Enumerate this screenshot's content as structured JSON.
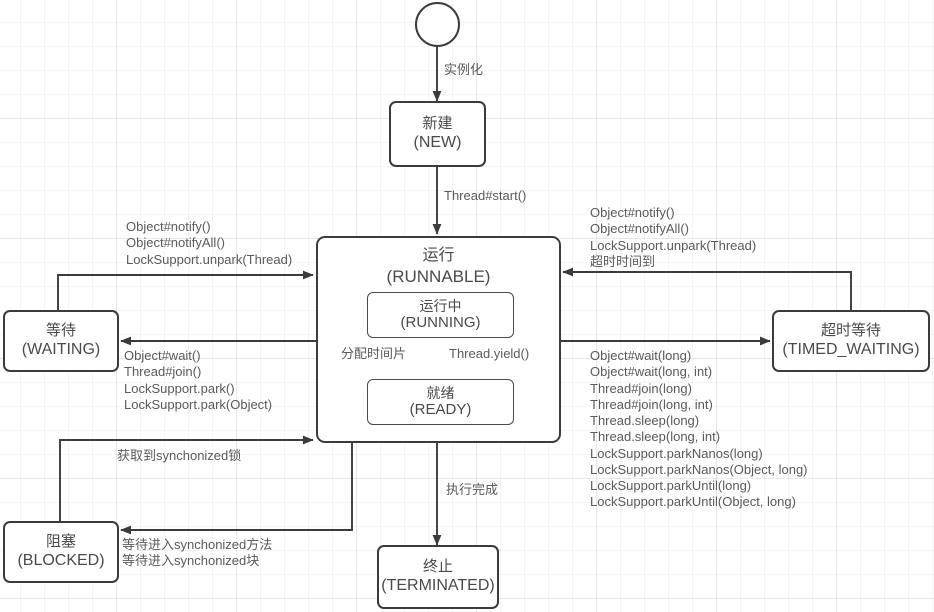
{
  "diagram": {
    "title": "Java Thread State Transition Diagram",
    "nodes": {
      "start": {
        "name": "start-node",
        "label": ""
      },
      "new": {
        "cn": "新建",
        "en": "(NEW)"
      },
      "runnable": {
        "cn": "运行",
        "en": "(RUNNABLE)"
      },
      "running": {
        "cn": "运行中",
        "en": "(RUNNING)"
      },
      "ready": {
        "cn": "就绪",
        "en": "(READY)"
      },
      "waiting": {
        "cn": "等待",
        "en": "(WAITING)"
      },
      "timed_waiting": {
        "cn": "超时等待",
        "en": "(TIMED_WAITING)"
      },
      "blocked": {
        "cn": "阻塞",
        "en": "(BLOCKED)"
      },
      "terminated": {
        "cn": "终止",
        "en": "(TERMINATED)"
      }
    },
    "edge_labels": {
      "instantiate": "实例化",
      "thread_start": "Thread#start()",
      "waiting_to_runnable": "Object#notify()\nObject#notifyAll()\nLockSupport.unpark(Thread)",
      "runnable_to_waiting": "Object#wait()\nThread#join()\nLockSupport.park()\nLockSupport.park(Object)",
      "timed_to_runnable": "Object#notify()\nObject#notifyAll()\nLockSupport.unpark(Thread)\n超时时间到",
      "runnable_to_timed": "Object#wait(long)\nObject#wait(long, int)\nThread#join(long)\nThread#join(long, int)\nThread.sleep(long)\nThread.sleep(long, int)\nLockSupport.parkNanos(long)\nLockSupport.parkNanos(Object, long)\nLockSupport.parkUntil(long)\nLockSupport.parkUntil(Object, long)",
      "blocked_to_runnable": "获取到synchonized锁",
      "runnable_to_blocked": "等待进入synchonized方法\n等待进入synchonized块",
      "ready_to_running": "分配时间片",
      "running_to_ready": "Thread.yield()",
      "to_terminated": "执行完成"
    },
    "colors": {
      "stroke": "#3b3b3b",
      "text": "#4a4a4a",
      "label_text": "#5a5a5a",
      "background": "#ffffff",
      "grid_minor": "#f0ece8",
      "grid_major": "#e6e1dc"
    }
  }
}
